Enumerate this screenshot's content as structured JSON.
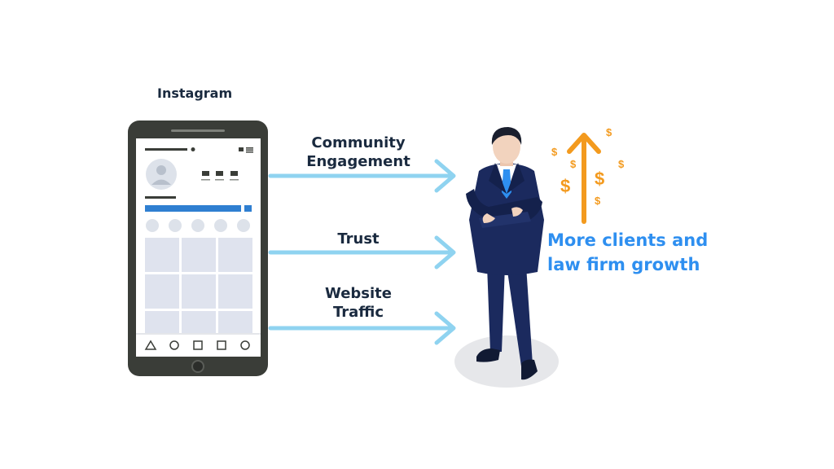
{
  "diagram": {
    "platform_label": "Instagram",
    "channels": [
      {
        "label": "Community\nEngagement"
      },
      {
        "label": "Trust"
      },
      {
        "label": "Website\nTraffic"
      }
    ],
    "outcome": "More clients and\nlaw firm growth",
    "currency_symbol": "$",
    "colors": {
      "text_dark": "#1a2a3f",
      "arrow_blue": "#8fd3f0",
      "outcome_blue": "#2e8ff0",
      "growth_orange": "#f39a1e",
      "phone_frame": "#3a3d38",
      "screen_blue": "#2f7fd1",
      "suit_navy": "#1b2a5e"
    }
  }
}
